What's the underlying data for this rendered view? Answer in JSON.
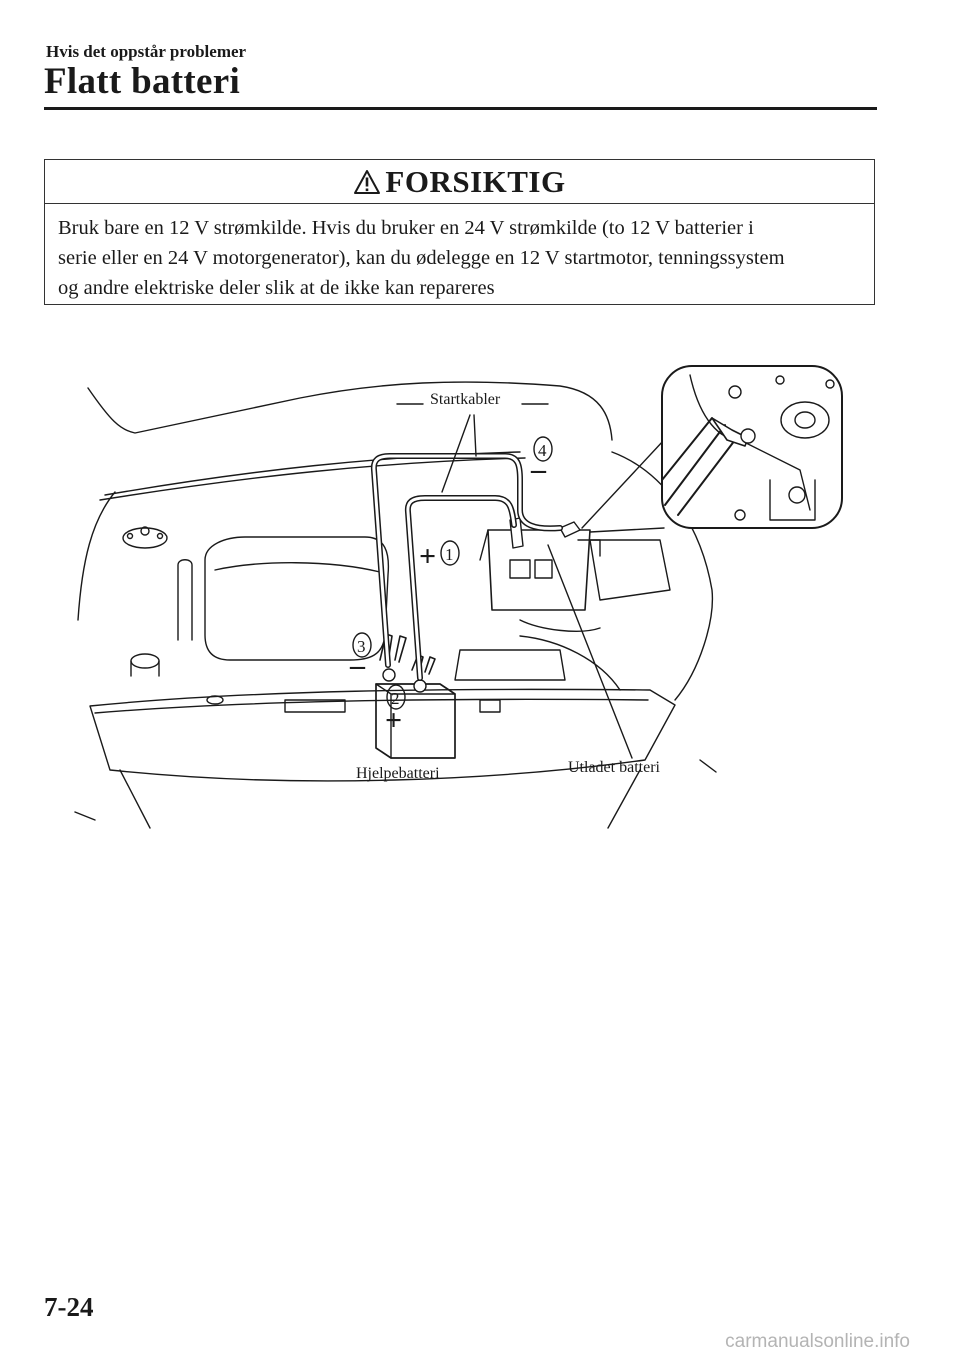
{
  "header": {
    "section": "Hvis det oppstår problemer",
    "title": "Flatt batteri"
  },
  "caution": {
    "title": "FORSIKTIG",
    "lines": [
      "Bruk bare en 12 V strømkilde. Hvis du bruker en 24 V strømkilde (to 12 V batterier i",
      "serie eller en 24 V motorgenerator), kan du ødelegge en 12 V startmotor, tenningssystem",
      "og andre elektriske deler slik at de ikke kan repareres"
    ]
  },
  "figure": {
    "labels": {
      "cables": "Startkabler",
      "booster": "Hjelpebatteri",
      "dead": "Utladet batteri"
    },
    "markers": [
      {
        "num": "1",
        "sign": "+"
      },
      {
        "num": "2",
        "sign": "+"
      },
      {
        "num": "3",
        "sign": "–"
      },
      {
        "num": "4",
        "sign": "–"
      }
    ]
  },
  "footer": {
    "page_number": "7-24",
    "watermark": "carmanualsonline.info"
  }
}
